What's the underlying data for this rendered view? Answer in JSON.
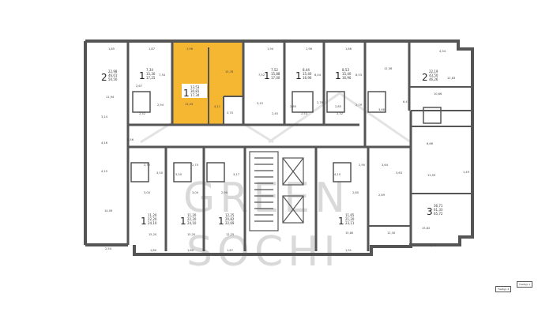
{
  "watermark": {
    "line1": "GREEN",
    "line2": "SOCHI"
  },
  "colors": {
    "wall": "#555555",
    "highlight": "#f5b731",
    "background": "#ffffff",
    "watermark": "#d9d9d9"
  },
  "apartments": [
    {
      "id": "top-1",
      "rooms": "2",
      "areas": [
        "22,98",
        "46,01",
        "50,50"
      ],
      "highlight": false
    },
    {
      "id": "top-2",
      "rooms": "1",
      "areas": [
        "7,34",
        "15,30",
        "17,25"
      ],
      "highlight": false
    },
    {
      "id": "top-3",
      "rooms": "1",
      "areas": [
        "13,53",
        "30,81",
        "17,34"
      ],
      "highlight": true
    },
    {
      "id": "top-4",
      "rooms": "1",
      "areas": [
        "7,52",
        "15,88",
        "17,00"
      ],
      "highlight": false
    },
    {
      "id": "top-5",
      "rooms": "1",
      "areas": [
        "8,44",
        "15,40",
        "16,90"
      ],
      "highlight": false
    },
    {
      "id": "top-6",
      "rooms": "1",
      "areas": [
        "8,53",
        "15,40",
        "16,90"
      ],
      "highlight": false
    },
    {
      "id": "top-7",
      "rooms": "2",
      "areas": [
        "22,19",
        "43,50",
        "46,26"
      ],
      "highlight": false
    },
    {
      "id": "bot-1",
      "rooms": "1",
      "areas": [
        "11,20",
        "22,20",
        "24,10"
      ],
      "highlight": false
    },
    {
      "id": "bot-2",
      "rooms": "1",
      "areas": [
        "11,20",
        "22,20",
        "24,10"
      ],
      "highlight": false
    },
    {
      "id": "bot-3",
      "rooms": "1",
      "areas": [
        "12,25",
        "20,82",
        "22,69"
      ],
      "highlight": false
    },
    {
      "id": "bot-4",
      "rooms": "1",
      "areas": [
        "11,65",
        "21,20",
        "23,11"
      ],
      "highlight": false
    },
    {
      "id": "bot-5",
      "rooms": "3",
      "areas": [
        "36,71",
        "61,33",
        "65,72"
      ],
      "highlight": false
    }
  ],
  "dimensions": [
    "1,85",
    "1,87",
    "1,96",
    "1,94",
    "1,96",
    "1,86",
    "4,34",
    "2,67",
    "7,34",
    "11,94",
    "2,32",
    "2,94",
    "3,14",
    "4,16",
    "8,56",
    "4,15",
    "14,09",
    "2,54",
    "12,53",
    "4,11",
    "3,70",
    "15,78",
    "7,52",
    "3,15",
    "2,45",
    "2,85",
    "2,53",
    "8,44",
    "2,78",
    "2,85",
    "8,53",
    "2,32",
    "2,79",
    "12,36",
    "3,66",
    "6,41",
    "12,83",
    "10,66",
    "8,66",
    "11,59",
    "1,49",
    "2,70",
    "3,00",
    "3,50",
    "15,20",
    "1,80",
    "2,70",
    "3,00",
    "3,50",
    "2,90",
    "3,17",
    "15,20",
    "1,80",
    "12,25",
    "1,67",
    "4,15",
    "2,90",
    "2,80",
    "3,64",
    "2,89",
    "3,63",
    "15,80",
    "1,91",
    "12,30",
    "15,82",
    "2,70"
  ],
  "legend": {
    "label1": "Тамбур 2",
    "label2": "Тамбур 1"
  }
}
